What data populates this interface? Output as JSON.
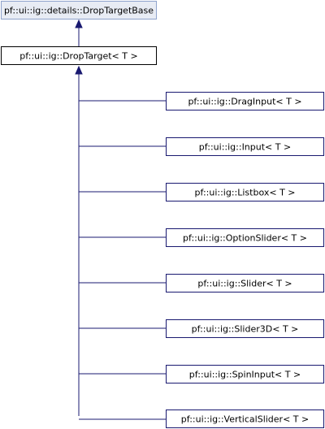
{
  "diagram": {
    "colors": {
      "base_fill": "#e8ecf4",
      "base_border": "#8fa3cc",
      "focus_fill": "#ffffff",
      "focus_border": "#000000",
      "derived_fill": "#ffffff",
      "derived_border": "#191970",
      "edge": "#191970"
    },
    "base_class": {
      "label": "pf::ui::ig::details::DropTargetBase"
    },
    "focus_class": {
      "label": "pf::ui::ig::DropTarget< T >"
    },
    "derived_classes": [
      {
        "label": "pf::ui::ig::DragInput< T >"
      },
      {
        "label": "pf::ui::ig::Input< T >"
      },
      {
        "label": "pf::ui::ig::Listbox< T >"
      },
      {
        "label": "pf::ui::ig::OptionSlider< T >"
      },
      {
        "label": "pf::ui::ig::Slider< T >"
      },
      {
        "label": "pf::ui::ig::Slider3D< T >"
      },
      {
        "label": "pf::ui::ig::SpinInput< T >"
      },
      {
        "label": "pf::ui::ig::VerticalSlider< T >"
      }
    ]
  }
}
